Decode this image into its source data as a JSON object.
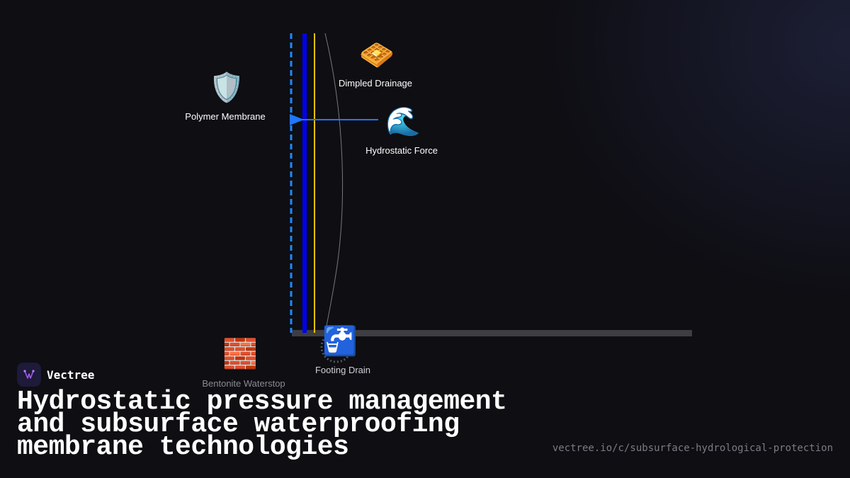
{
  "diagram": {
    "labels": {
      "polymer_membrane": "Polymer Membrane",
      "dimpled_drainage": "Dimpled Drainage",
      "hydrostatic_force": "Hydrostatic Force",
      "bentonite_waterstop": "Bentonite Waterstop",
      "footing_drain": "Footing Drain"
    },
    "icons": {
      "polymer_membrane": "🛡️",
      "dimpled_drainage": "🧇",
      "hydrostatic_force": "🌊",
      "bentonite_waterstop": "🧱",
      "footing_drain": "🚰"
    },
    "colors": {
      "membrane_dashed": "#1e88ff",
      "wall": "#0000ee",
      "drainage_line": "#f2c200",
      "force_arrow": "#1e78ff",
      "soil_curve": "#77777f",
      "footing": "#3d3d42"
    }
  },
  "brand": {
    "name": "Vectree"
  },
  "title": "Hydrostatic pressure management and subsurface waterproofing membrane technologies",
  "url": "vectree.io/c/subsurface-hydrological-protection"
}
